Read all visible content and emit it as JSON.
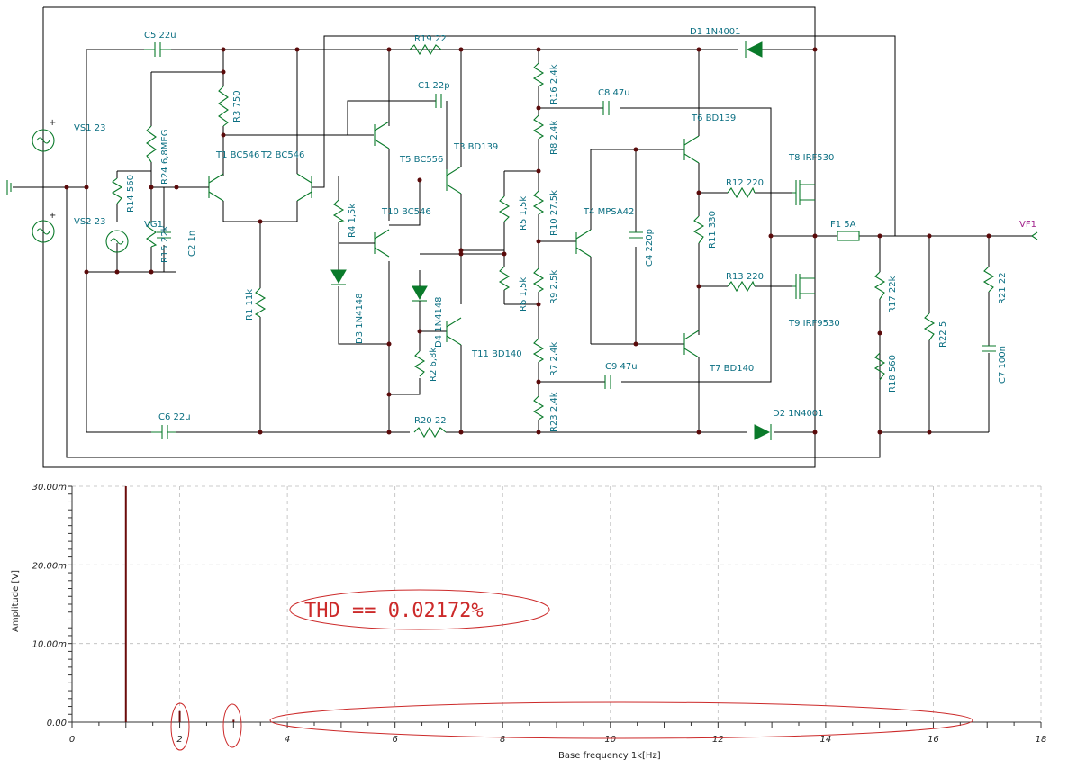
{
  "components": [
    {
      "id": "vs1",
      "text": "VS1 23"
    },
    {
      "id": "vs2",
      "text": "VS2 23"
    },
    {
      "id": "vg1",
      "text": "VG1"
    },
    {
      "id": "c5",
      "text": "C5 22u"
    },
    {
      "id": "c6",
      "text": "C6 22u"
    },
    {
      "id": "r3",
      "text": "R3 750"
    },
    {
      "id": "r24",
      "text": "R24 6,8MEG"
    },
    {
      "id": "r14",
      "text": "R14 560"
    },
    {
      "id": "r15",
      "text": "R15 22k"
    },
    {
      "id": "c2",
      "text": "C2 1n"
    },
    {
      "id": "t1",
      "text": "T1 BC546"
    },
    {
      "id": "t2",
      "text": "T2 BC546"
    },
    {
      "id": "r1",
      "text": "R1 11k"
    },
    {
      "id": "r19",
      "text": "R19 22"
    },
    {
      "id": "r20",
      "text": "R20 22"
    },
    {
      "id": "c1",
      "text": "C1 22p"
    },
    {
      "id": "t5",
      "text": "T5 BC556"
    },
    {
      "id": "t3",
      "text": "T3 BD139"
    },
    {
      "id": "r4",
      "text": "R4 1,5k"
    },
    {
      "id": "t10",
      "text": "T10 BC546"
    },
    {
      "id": "d3",
      "text": "D3 1N4148"
    },
    {
      "id": "d4",
      "text": "D4 1N4148"
    },
    {
      "id": "r2",
      "text": "R2 6,8k"
    },
    {
      "id": "t11",
      "text": "T11 BD140"
    },
    {
      "id": "r16",
      "text": "R16 2,4k"
    },
    {
      "id": "r8",
      "text": "R8 2,4k"
    },
    {
      "id": "r10",
      "text": "R10 27,5k"
    },
    {
      "id": "r5",
      "text": "R5 1,5k"
    },
    {
      "id": "r6",
      "text": "R6 1,5k"
    },
    {
      "id": "r9",
      "text": "R9 2,5k"
    },
    {
      "id": "r7",
      "text": "R7 2,4k"
    },
    {
      "id": "r23",
      "text": "R23 2,4k"
    },
    {
      "id": "t4",
      "text": "T4 MPSA42"
    },
    {
      "id": "c4",
      "text": "C4 220p"
    },
    {
      "id": "c8",
      "text": "C8 47u"
    },
    {
      "id": "c9",
      "text": "C9 47u"
    },
    {
      "id": "t6",
      "text": "T6 BD139"
    },
    {
      "id": "t7",
      "text": "T7 BD140"
    },
    {
      "id": "r11",
      "text": "R11 330"
    },
    {
      "id": "r12",
      "text": "R12 220"
    },
    {
      "id": "r13",
      "text": "R13 220"
    },
    {
      "id": "t8",
      "text": "T8 IRF530"
    },
    {
      "id": "t9",
      "text": "T9 IRF9530"
    },
    {
      "id": "d1",
      "text": "D1 1N4001"
    },
    {
      "id": "d2",
      "text": "D2 1N4001"
    },
    {
      "id": "f1",
      "text": "F1 5A"
    },
    {
      "id": "vf1",
      "text": "VF1"
    },
    {
      "id": "r17",
      "text": "R17 22k"
    },
    {
      "id": "r18",
      "text": "R18 560"
    },
    {
      "id": "r22",
      "text": "R22 5"
    },
    {
      "id": "r21",
      "text": "R21 22"
    },
    {
      "id": "c7",
      "text": "C7 100n"
    }
  ],
  "colors": {
    "component": "#0a7a2a",
    "label": "#0b6f82",
    "wire": "#000000",
    "spectrum": "#6b0b0b",
    "annotation": "#cc2a2a",
    "grid": "#bbbbbb"
  },
  "annotation": {
    "thd": "THD == 0.02172%"
  },
  "chart_data": {
    "type": "bar",
    "xlabel": "Base frequency 1k[Hz]",
    "ylabel": "Amplitude [V]",
    "xlim": [
      0,
      18
    ],
    "ylim": [
      0,
      0.03
    ],
    "x_ticks": [
      "0",
      "2",
      "4",
      "6",
      "8",
      "10",
      "12",
      "14",
      "16",
      "18"
    ],
    "y_ticks": [
      "0.00",
      "10.00m",
      "20.00m",
      "30.00m"
    ],
    "grid": true,
    "x": [
      1,
      2,
      3
    ],
    "values": [
      0.03,
      0.0014,
      0.0003
    ]
  }
}
